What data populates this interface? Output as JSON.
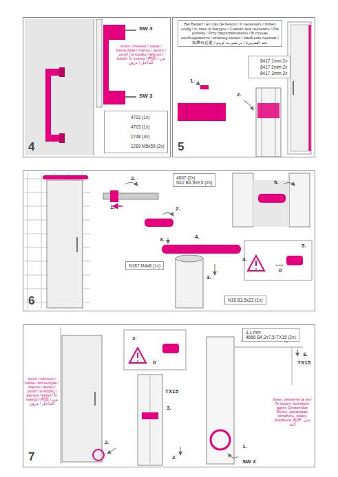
{
  "diagram": {
    "nodes": [
      {
        "text": [
          "4"
        ]
      },
      {
        "text": [
          "4702 (1x)",
          "4703 (1x)",
          "1748 (4x)",
          "1269 M5x55 (2x)"
        ],
        "in": 0
      },
      {
        "text": [
          "5"
        ]
      },
      {
        "text": [
          "Bei Bedarf / En cas de besoin / If necessary / Indien nodig / In caso di bisogno / Cuando sea necesario / Dle potřeby / Przy zapotrzebowaniu / В случае необходимости / szükség esetén / dacă este necesar / 如果有必要 / عند الضرورة / در صورت لزوم"
        ],
        "in": 2
      },
      {
        "text": [
          "8417 1mm 2x",
          "8417 2mm 2x",
          "8417 3mm 2x"
        ],
        "in": 2
      },
      {
        "text": [
          "6"
        ]
      },
      {
        "text": [
          "4667 (2x)",
          "N12 B3,5x9,5 (2x)"
        ],
        "in": 5
      },
      {
        "text": [
          "N187 M4x8 (1x)"
        ],
        "in": 5
      },
      {
        "text": [
          "N18 B3,5x22 (1x)"
        ],
        "in": 5
      },
      {
        "text": [
          "7"
        ]
      },
      {
        "text": [
          "3,1 mm",
          "4666 B4,2x7,5-TX15 (2x)"
        ],
        "in": 9
      }
    ],
    "labels": [
      "SW 3",
      "innen / intérieur / inside / binnenzijde / interno / dentro / uvnitř / w środku / внутри / belső / În interior / 内部 / من الداخل / درون",
      "SW 3",
      "1.",
      "2.",
      "2.",
      "1.",
      "2.",
      "5.",
      "3.",
      "4.",
      "4.",
      "3.",
      "5.",
      "0",
      "innen / intérieur / inside / binnenzijde / interno / dentro / uvnitř / w środku / внутри / belső / În interior / 内部 / من الداخل / درون",
      "2.",
      "2.",
      "2.",
      "0",
      "TX15",
      "3.",
      "3.",
      "TX15",
      "1.",
      "SW 3",
      "lösen, desserrer la vis / To loosen, losmaken, agrire, Destornillar, Řelení, poluzować, ослабить, oldani, desfacere, 松开, شل کنید"
    ]
  }
}
